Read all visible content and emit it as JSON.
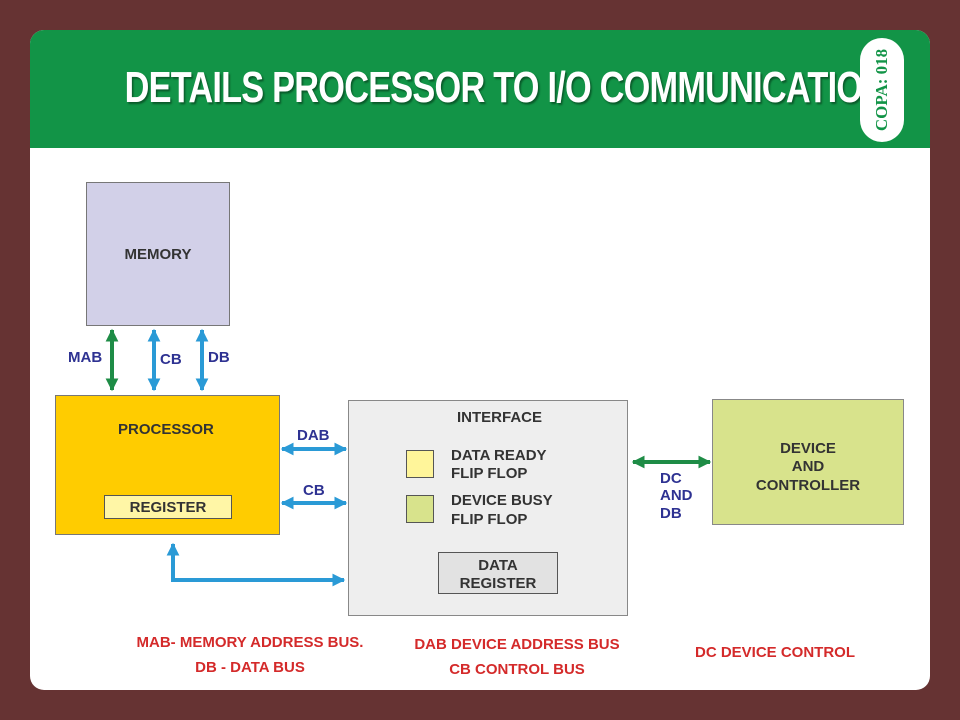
{
  "header": {
    "title": "DETAILS PROCESSOR TO I/O COMMUNICATION",
    "badge": "COPA: 018"
  },
  "diagram": {
    "memory": {
      "label": "MEMORY"
    },
    "processor": {
      "label": "PROCESSOR",
      "register": "REGISTER"
    },
    "interface": {
      "label": "INTERFACE",
      "data_ready": [
        "DATA READY",
        "FLIP FLOP"
      ],
      "device_busy": [
        "DEVICE BUSY",
        "FLIP FLOP"
      ],
      "data_register": [
        "DATA",
        "REGISTER"
      ]
    },
    "device": {
      "lines": [
        "DEVICE",
        "AND",
        "CONTROLLER"
      ]
    },
    "bus_labels": {
      "mab": "MAB",
      "cb_memory": "CB",
      "db": "DB",
      "dab": "DAB",
      "cb_interface": "CB",
      "dc_and_db": [
        "DC",
        "AND",
        "DB"
      ]
    }
  },
  "legend": {
    "mab": "MAB- MEMORY ADDRESS BUS.",
    "db": "DB - DATA BUS",
    "dab": "DAB DEVICE ADDRESS BUS",
    "cb": "CB CONTROL BUS",
    "dc": "DC DEVICE CONTROL"
  },
  "colors": {
    "header_green": "#129447",
    "frame_maroon": "#663333",
    "arrow_green": "#1e8c46",
    "arrow_blue": "#2a9ad6",
    "bus_label_blue": "#2e3292",
    "legend_red": "#d42a2a"
  }
}
